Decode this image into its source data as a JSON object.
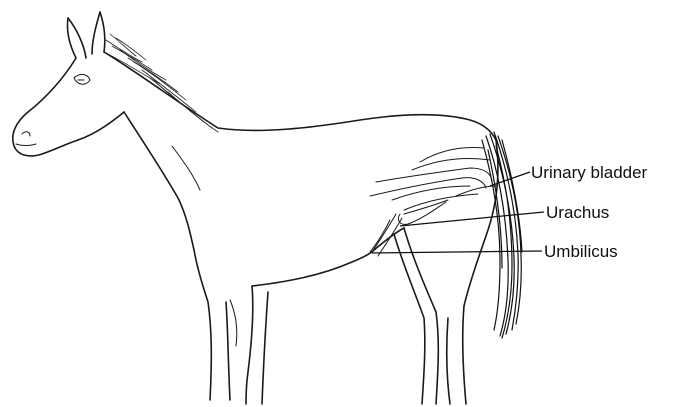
{
  "labels": {
    "urinary_bladder": "Urinary bladder",
    "urachus": "Urachus",
    "umbilicus": "Umbilicus"
  },
  "colors": {
    "ink": "#1a1a1a",
    "background": "#ffffff"
  }
}
